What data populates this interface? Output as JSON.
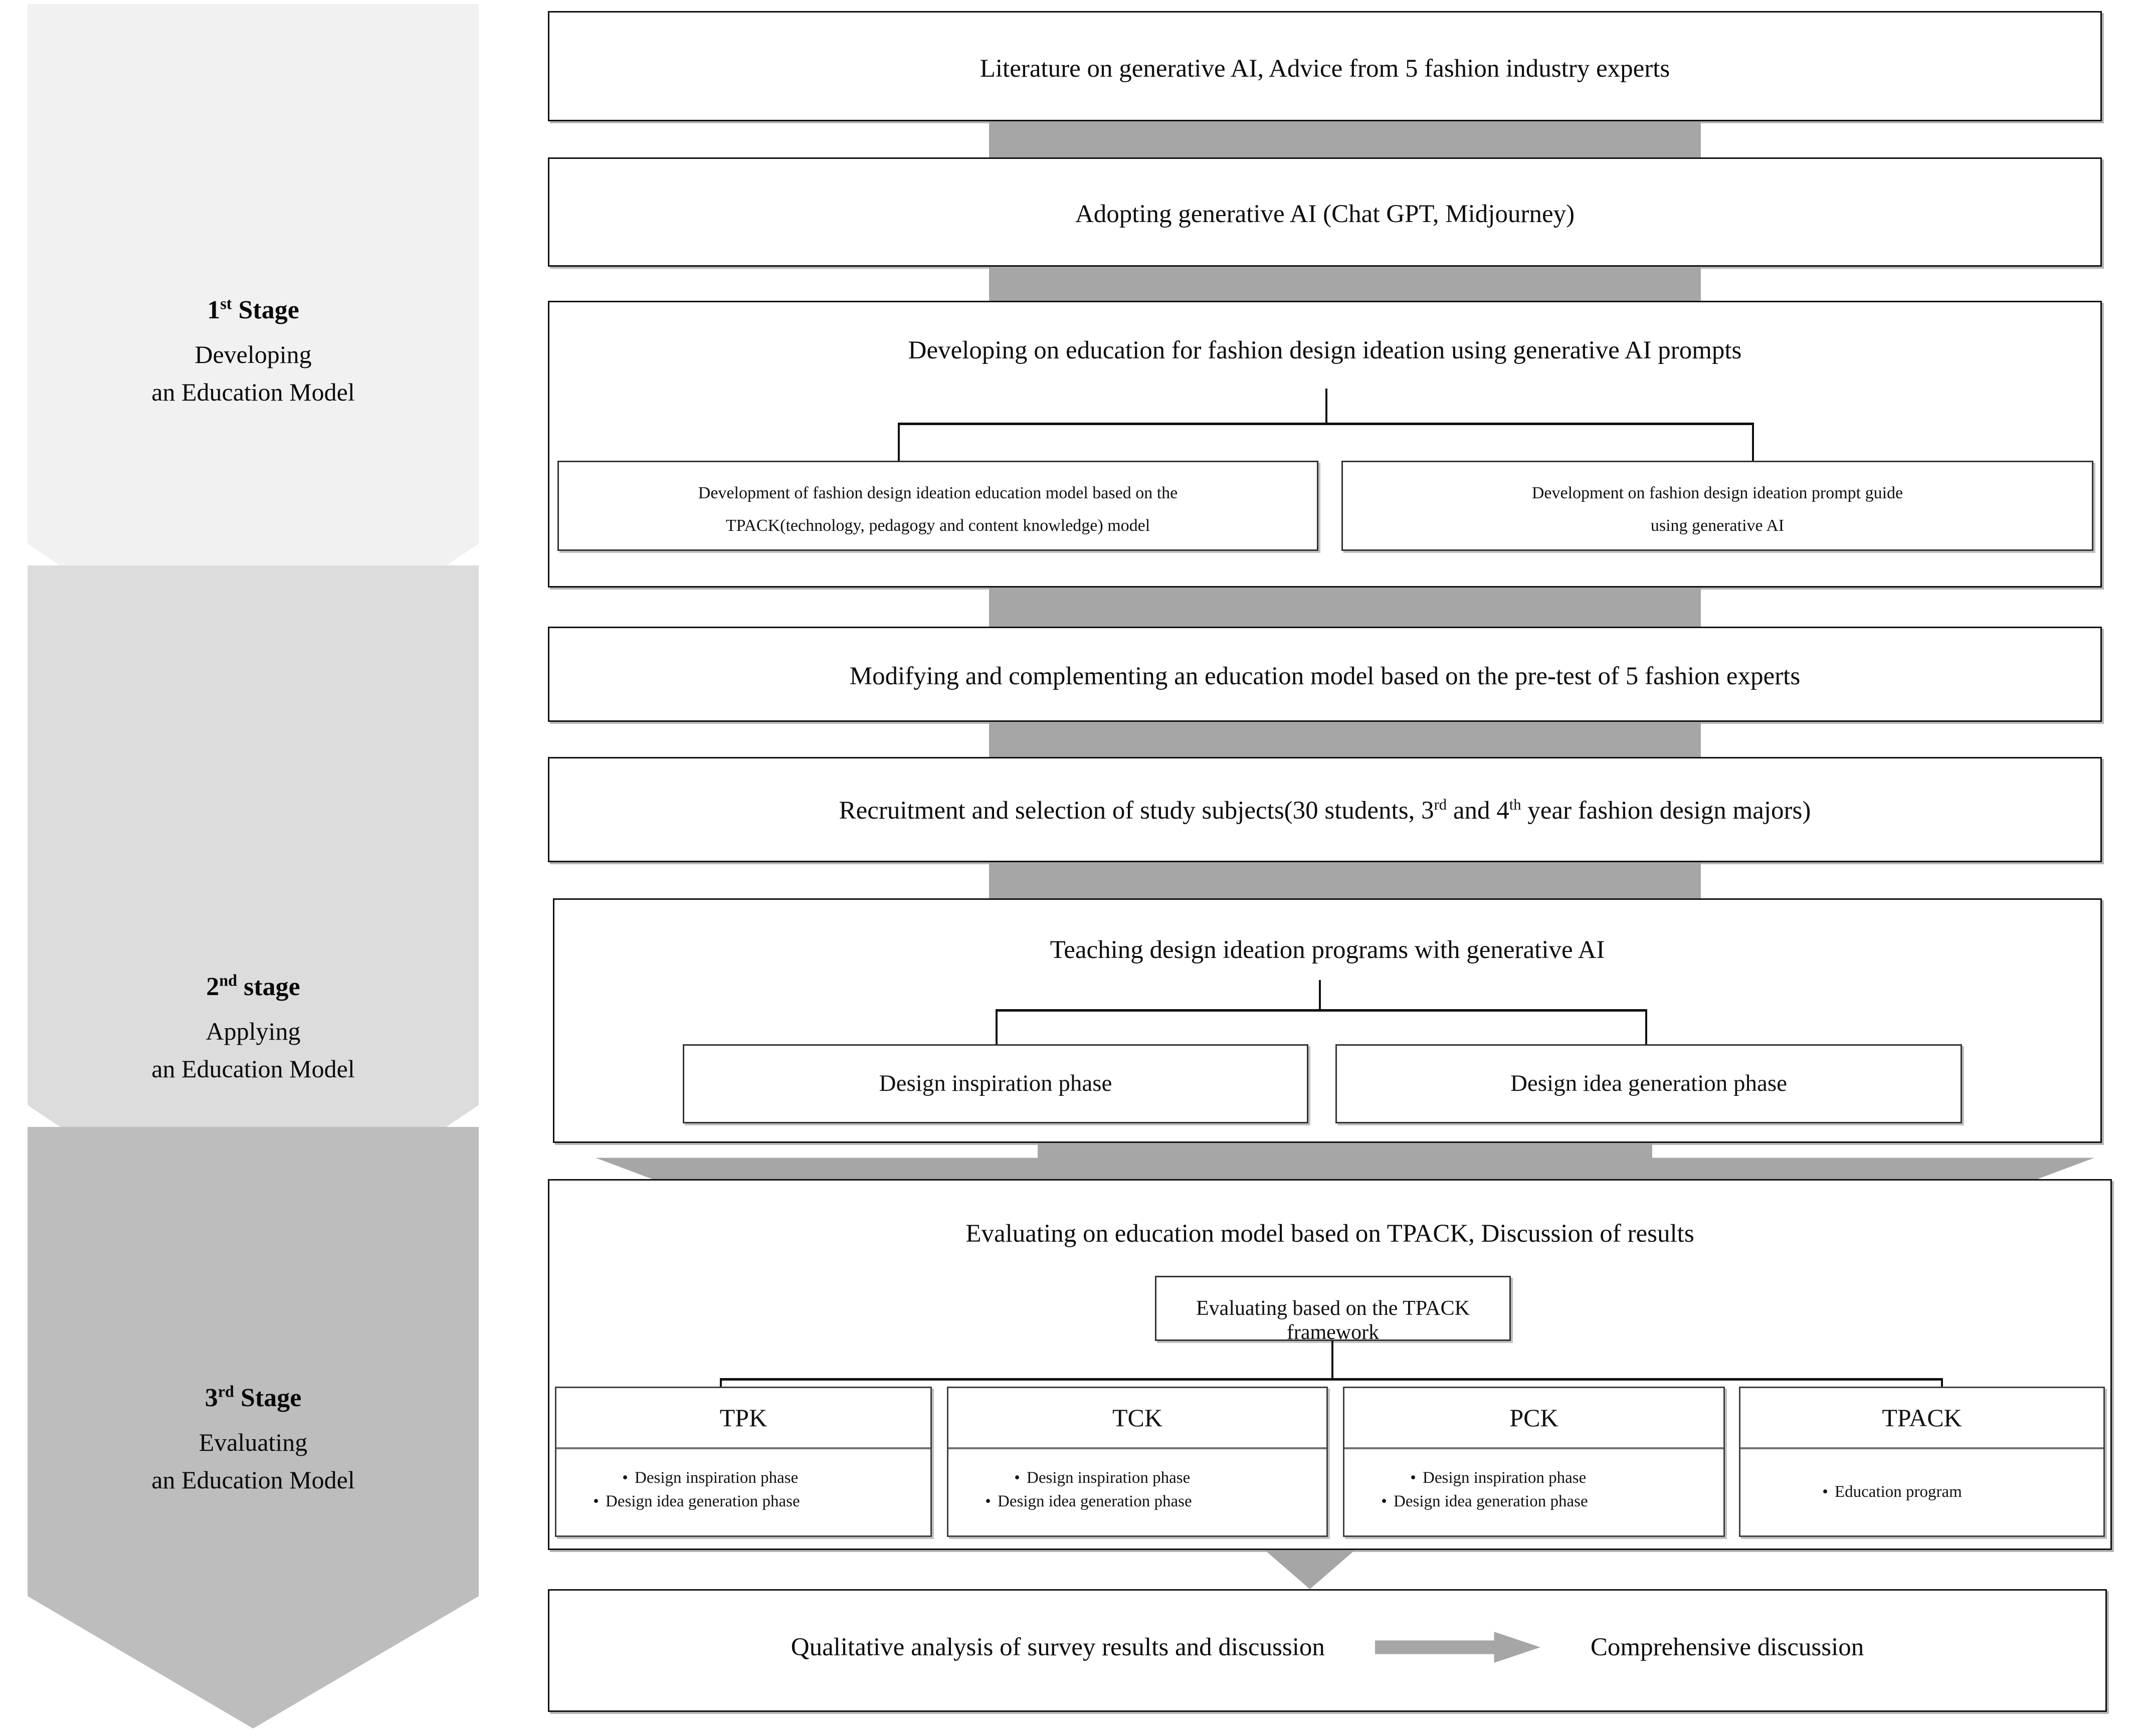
{
  "colors": {
    "stage1_fill": "#f1f1f1",
    "stage2_fill": "#dcdcdc",
    "stage3_fill": "#bdbdbd",
    "connector_gray": "#a6a6a6",
    "box_border": "#101010",
    "text": "#0d0d0d"
  },
  "stages": [
    {
      "number": "1",
      "ordinal_suffix": "st",
      "head_word": "Stage",
      "line1": "Developing",
      "line2": "an Education Model"
    },
    {
      "number": "2",
      "ordinal_suffix": "nd",
      "head_word": "stage",
      "line1": "Applying",
      "line2": "an Education Model"
    },
    {
      "number": "3",
      "ordinal_suffix": "rd",
      "head_word": "Stage",
      "line1": "Evaluating",
      "line2": "an Education Model"
    }
  ],
  "flow": {
    "step_literature": "Literature on generative AI, Advice from 5 fashion industry experts",
    "step_adopting": "Adopting generative AI (Chat GPT, Midjourney)",
    "step_developing_title": "Developing on education for fashion design ideation using generative AI prompts",
    "sub_tpack_model_line1": "Development of fashion design ideation education model  based on the",
    "sub_tpack_model_line2": "TPACK(technology, pedagogy and content knowledge) model",
    "sub_prompt_guide_line1": "Development on fashion design ideation prompt guide",
    "sub_prompt_guide_line2": "using generative AI",
    "step_modifying": "Modifying and complementing an education model based on the pre-test of 5 fashion experts",
    "step_recruitment_a": "Recruitment and selection of study subjects(30 students, 3",
    "step_recruitment_sup1": "rd",
    "step_recruitment_b": " and 4",
    "step_recruitment_sup2": "th",
    "step_recruitment_c": " year fashion design majors)",
    "step_teaching_title": "Teaching design ideation programs with generative AI",
    "phase_inspiration": "Design inspiration phase",
    "phase_idea_generation": "Design idea generation phase",
    "step_evaluating_title": "Evaluating on education model based on TPACK, Discussion of results",
    "evaluating_framework": "Evaluating based on the TPACK framework",
    "cards": [
      {
        "title": "TPK",
        "bullets": [
          "Design inspiration phase",
          "Design idea generation phase"
        ]
      },
      {
        "title": "TCK",
        "bullets": [
          "Design inspiration phase",
          "Design idea generation phase"
        ]
      },
      {
        "title": "PCK",
        "bullets": [
          "Design inspiration phase",
          "Design idea generation phase"
        ]
      },
      {
        "title": "TPACK",
        "bullets": [
          "Education program"
        ]
      }
    ],
    "bottom_left": "Qualitative analysis of survey results and discussion",
    "bottom_right": "Comprehensive discussion"
  }
}
